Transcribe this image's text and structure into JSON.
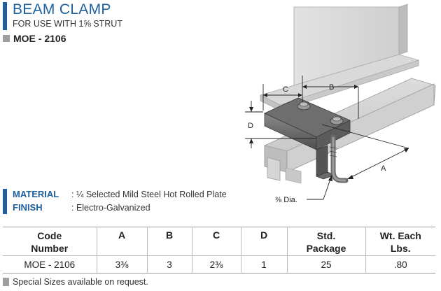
{
  "header": {
    "title": "BEAM CLAMP",
    "subtitle": "FOR USE WITH 1⅝ STRUT",
    "model": "MOE - 2106"
  },
  "illustration": {
    "label_a": "A",
    "label_b": "B",
    "label_c": "C",
    "label_d": "D",
    "dia_label": "⅜ Dia."
  },
  "specs": {
    "material_label": "MATERIAL",
    "material_value": ":  ¼ Selected Mild Steel Hot Rolled Plate",
    "finish_label": "FINISH",
    "finish_value": ":  Electro-Galvanized"
  },
  "table": {
    "headers": {
      "code": [
        "Code",
        "Number"
      ],
      "a": "A",
      "b": "B",
      "c": "C",
      "d": "D",
      "pkg": [
        "Std.",
        "Package"
      ],
      "wt": [
        "Wt. Each",
        "Lbs."
      ]
    },
    "rows": [
      {
        "code": "MOE - 2106",
        "a": "3⅜",
        "b": "3",
        "c": "2⅜",
        "d": "1",
        "pkg": "25",
        "wt": ".80"
      }
    ]
  },
  "footnote": "Special Sizes available on request.",
  "colors": {
    "accent": "#1f5f9e",
    "gray_marker": "#9e9e9e"
  }
}
